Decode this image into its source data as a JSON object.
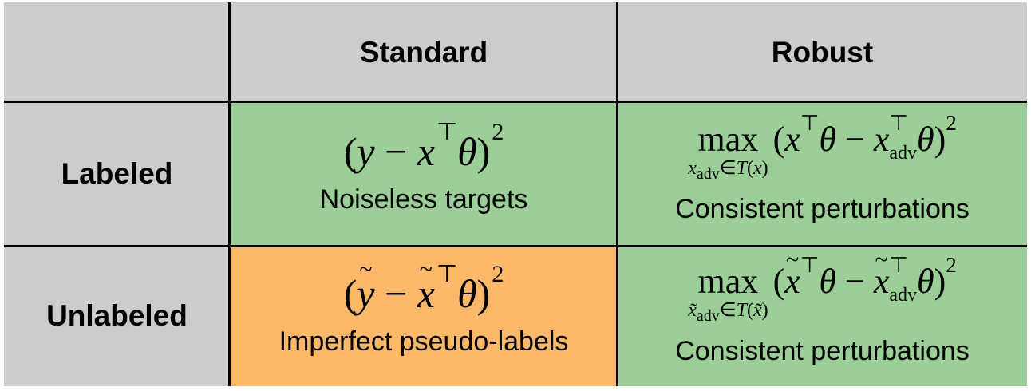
{
  "header": {
    "col_standard": "Standard",
    "col_robust": "Robust"
  },
  "rows": {
    "labeled": "Labeled",
    "unlabeled": "Unlabeled"
  },
  "cells": {
    "labeled_standard_caption": "Noiseless targets",
    "labeled_robust_caption": "Consistent perturbations",
    "unlabeled_standard_caption": "Imperfect pseudo-labels",
    "unlabeled_robust_caption": "Consistent perturbations"
  },
  "colors": {
    "header_gray": "#cccccc",
    "green": "#9cce97",
    "orange": "#fdb869"
  }
}
